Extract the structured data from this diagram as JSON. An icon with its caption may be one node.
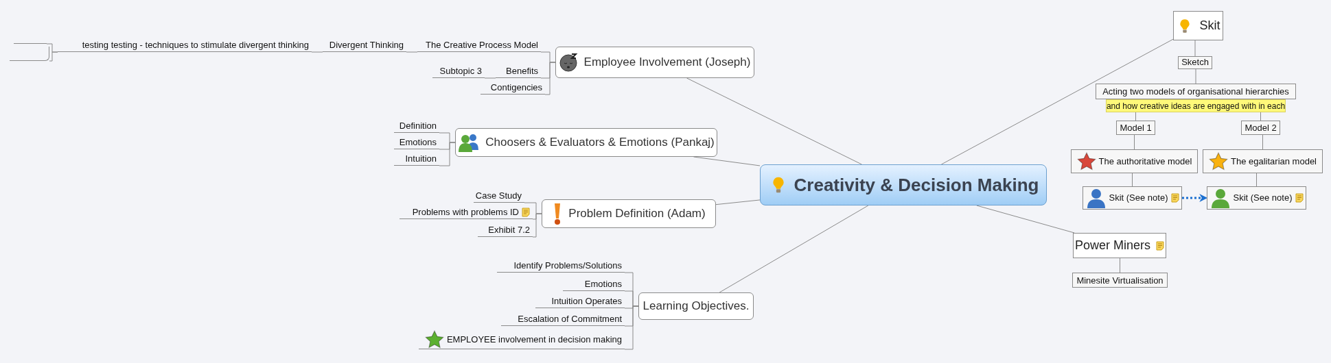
{
  "diagram": {
    "nodes": [
      {
        "text": [
          "Creativity & Decision Making"
        ]
      },
      {
        "text": [],
        "shape": "box"
      },
      {
        "text": [],
        "shape": "box"
      },
      {
        "text": [
          "testing testing - techniques to stimulate divergent thinking"
        ]
      },
      {
        "text": [
          "Divergent Thinking"
        ]
      },
      {
        "text": [
          "The Creative Process Model"
        ]
      },
      {
        "text": [
          "Employee Involvement (Joseph)"
        ]
      },
      {
        "text": [
          "Subtopic 3"
        ]
      },
      {
        "text": [
          "Benefits"
        ]
      },
      {
        "text": [
          "Contigencies"
        ]
      },
      {
        "text": [
          "Definition"
        ]
      },
      {
        "text": [
          "Emotions"
        ]
      },
      {
        "text": [
          "Intuition"
        ]
      },
      {
        "text": [
          "Choosers & Evaluators & Emotions (Pankaj)"
        ]
      },
      {
        "text": [
          "Case Study"
        ]
      },
      {
        "text": [
          "Problems with problems ID"
        ]
      },
      {
        "text": [
          "Exhibit 7.2"
        ]
      },
      {
        "text": [
          "Problem Definition (Adam)"
        ]
      },
      {
        "text": [
          "Identify Problems/Solutions"
        ]
      },
      {
        "text": [
          "Emotions"
        ]
      },
      {
        "text": [
          "Intuition Operates"
        ]
      },
      {
        "text": [
          "Escalation of Commitment"
        ]
      },
      {
        "text": [
          "EMPLOYEE involvement in decision making"
        ]
      },
      {
        "text": [
          "Learning Objectives."
        ]
      },
      {
        "text": [
          "Skit"
        ]
      },
      {
        "text": [
          "Sketch"
        ]
      },
      {
        "text": [
          "Acting two models of organisational hierarchies"
        ],
        "beside": [
          "and how creative ideas are engaged with in each"
        ]
      },
      {
        "text": [
          "Model 1"
        ]
      },
      {
        "text": [
          "Model 2"
        ]
      },
      {
        "text": [
          "The authoritative model"
        ]
      },
      {
        "text": [
          "The egalitarian model"
        ]
      },
      {
        "text": [
          "Skit (See note)"
        ]
      },
      {
        "text": [
          "Skit (See note)"
        ]
      },
      {
        "text": [
          "Power Miners"
        ]
      },
      {
        "text": [
          "Minesite Virtualisation"
        ]
      }
    ],
    "edges": [
      {
        "from": 0,
        "to": 6,
        "arrow": "none"
      },
      {
        "from": 0,
        "to": 13,
        "arrow": "none"
      },
      {
        "from": 0,
        "to": 17,
        "arrow": "none"
      },
      {
        "from": 0,
        "to": 23,
        "arrow": "none"
      },
      {
        "from": 0,
        "to": 24,
        "arrow": "none"
      },
      {
        "from": 0,
        "to": 33,
        "arrow": "none"
      },
      {
        "from": 6,
        "to": 5,
        "arrow": "none"
      },
      {
        "from": 6,
        "to": 8,
        "arrow": "none"
      },
      {
        "from": 6,
        "to": 9,
        "arrow": "none"
      },
      {
        "from": 5,
        "to": 4,
        "arrow": "none"
      },
      {
        "from": 4,
        "to": 3,
        "arrow": "none"
      },
      {
        "from": 3,
        "to": 1,
        "arrow": "none"
      },
      {
        "from": 3,
        "to": 2,
        "arrow": "none"
      },
      {
        "from": 8,
        "to": 7,
        "arrow": "none"
      },
      {
        "from": 13,
        "to": 10,
        "arrow": "none"
      },
      {
        "from": 13,
        "to": 11,
        "arrow": "none"
      },
      {
        "from": 13,
        "to": 12,
        "arrow": "none"
      },
      {
        "from": 17,
        "to": 14,
        "arrow": "none"
      },
      {
        "from": 17,
        "to": 15,
        "arrow": "none"
      },
      {
        "from": 17,
        "to": 16,
        "arrow": "none"
      },
      {
        "from": 23,
        "to": 18,
        "arrow": "none"
      },
      {
        "from": 23,
        "to": 19,
        "arrow": "none"
      },
      {
        "from": 23,
        "to": 20,
        "arrow": "none"
      },
      {
        "from": 23,
        "to": 21,
        "arrow": "none"
      },
      {
        "from": 23,
        "to": 22,
        "arrow": "none"
      },
      {
        "from": 24,
        "to": 25,
        "arrow": "none"
      },
      {
        "from": 25,
        "to": 26,
        "arrow": "none"
      },
      {
        "from": 26,
        "to": 27,
        "arrow": "none"
      },
      {
        "from": 26,
        "to": 28,
        "arrow": "none"
      },
      {
        "from": 27,
        "to": 29,
        "arrow": "none"
      },
      {
        "from": 28,
        "to": 30,
        "arrow": "none"
      },
      {
        "from": 29,
        "to": 31,
        "arrow": "none"
      },
      {
        "from": 30,
        "to": 32,
        "arrow": "none"
      },
      {
        "from": 31,
        "to": 32,
        "arrow": "to",
        "style": "dashed",
        "color": "#1a6fd0"
      },
      {
        "from": 33,
        "to": 34,
        "arrow": "none"
      }
    ]
  }
}
